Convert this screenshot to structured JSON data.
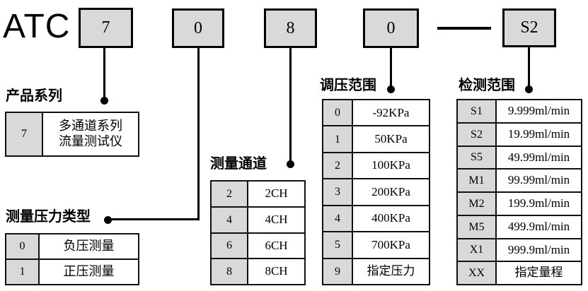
{
  "brand": "ATC",
  "model_code": {
    "series": "7",
    "pressure_type": "0",
    "channels": "8",
    "pressure_range": "0",
    "separator": "—",
    "detection_range": "S2"
  },
  "sections": {
    "product_series": {
      "title": "产品系列",
      "rows": [
        {
          "code": "7",
          "desc": "多通道系列\n流量测试仪"
        }
      ]
    },
    "pressure_type": {
      "title": "测量压力类型",
      "rows": [
        {
          "code": "0",
          "desc": "负压测量"
        },
        {
          "code": "1",
          "desc": "正压测量"
        }
      ]
    },
    "channels": {
      "title": "测量通道",
      "rows": [
        {
          "code": "2",
          "desc": "2CH"
        },
        {
          "code": "4",
          "desc": "4CH"
        },
        {
          "code": "6",
          "desc": "6CH"
        },
        {
          "code": "8",
          "desc": "8CH"
        }
      ]
    },
    "pressure_range": {
      "title": "调压范围",
      "rows": [
        {
          "code": "0",
          "desc": "-92KPa"
        },
        {
          "code": "1",
          "desc": "50KPa"
        },
        {
          "code": "2",
          "desc": "100KPa"
        },
        {
          "code": "3",
          "desc": "200KPa"
        },
        {
          "code": "4",
          "desc": "400KPa"
        },
        {
          "code": "5",
          "desc": "700KPa"
        },
        {
          "code": "9",
          "desc": "指定压力"
        }
      ]
    },
    "detection_range": {
      "title": "检测范围",
      "rows": [
        {
          "code": "S1",
          "desc": "9.999ml/min"
        },
        {
          "code": "S2",
          "desc": "19.99ml/min"
        },
        {
          "code": "S5",
          "desc": "49.99ml/min"
        },
        {
          "code": "M1",
          "desc": "99.99ml/min"
        },
        {
          "code": "M2",
          "desc": "199.9ml/min"
        },
        {
          "code": "M5",
          "desc": "499.9ml/min"
        },
        {
          "code": "X1",
          "desc": "999.9ml/min"
        },
        {
          "code": "XX",
          "desc": "指定量程"
        }
      ]
    }
  },
  "colors": {
    "box_fill": "#d9d9d9",
    "line": "#000000",
    "background": "#ffffff"
  }
}
